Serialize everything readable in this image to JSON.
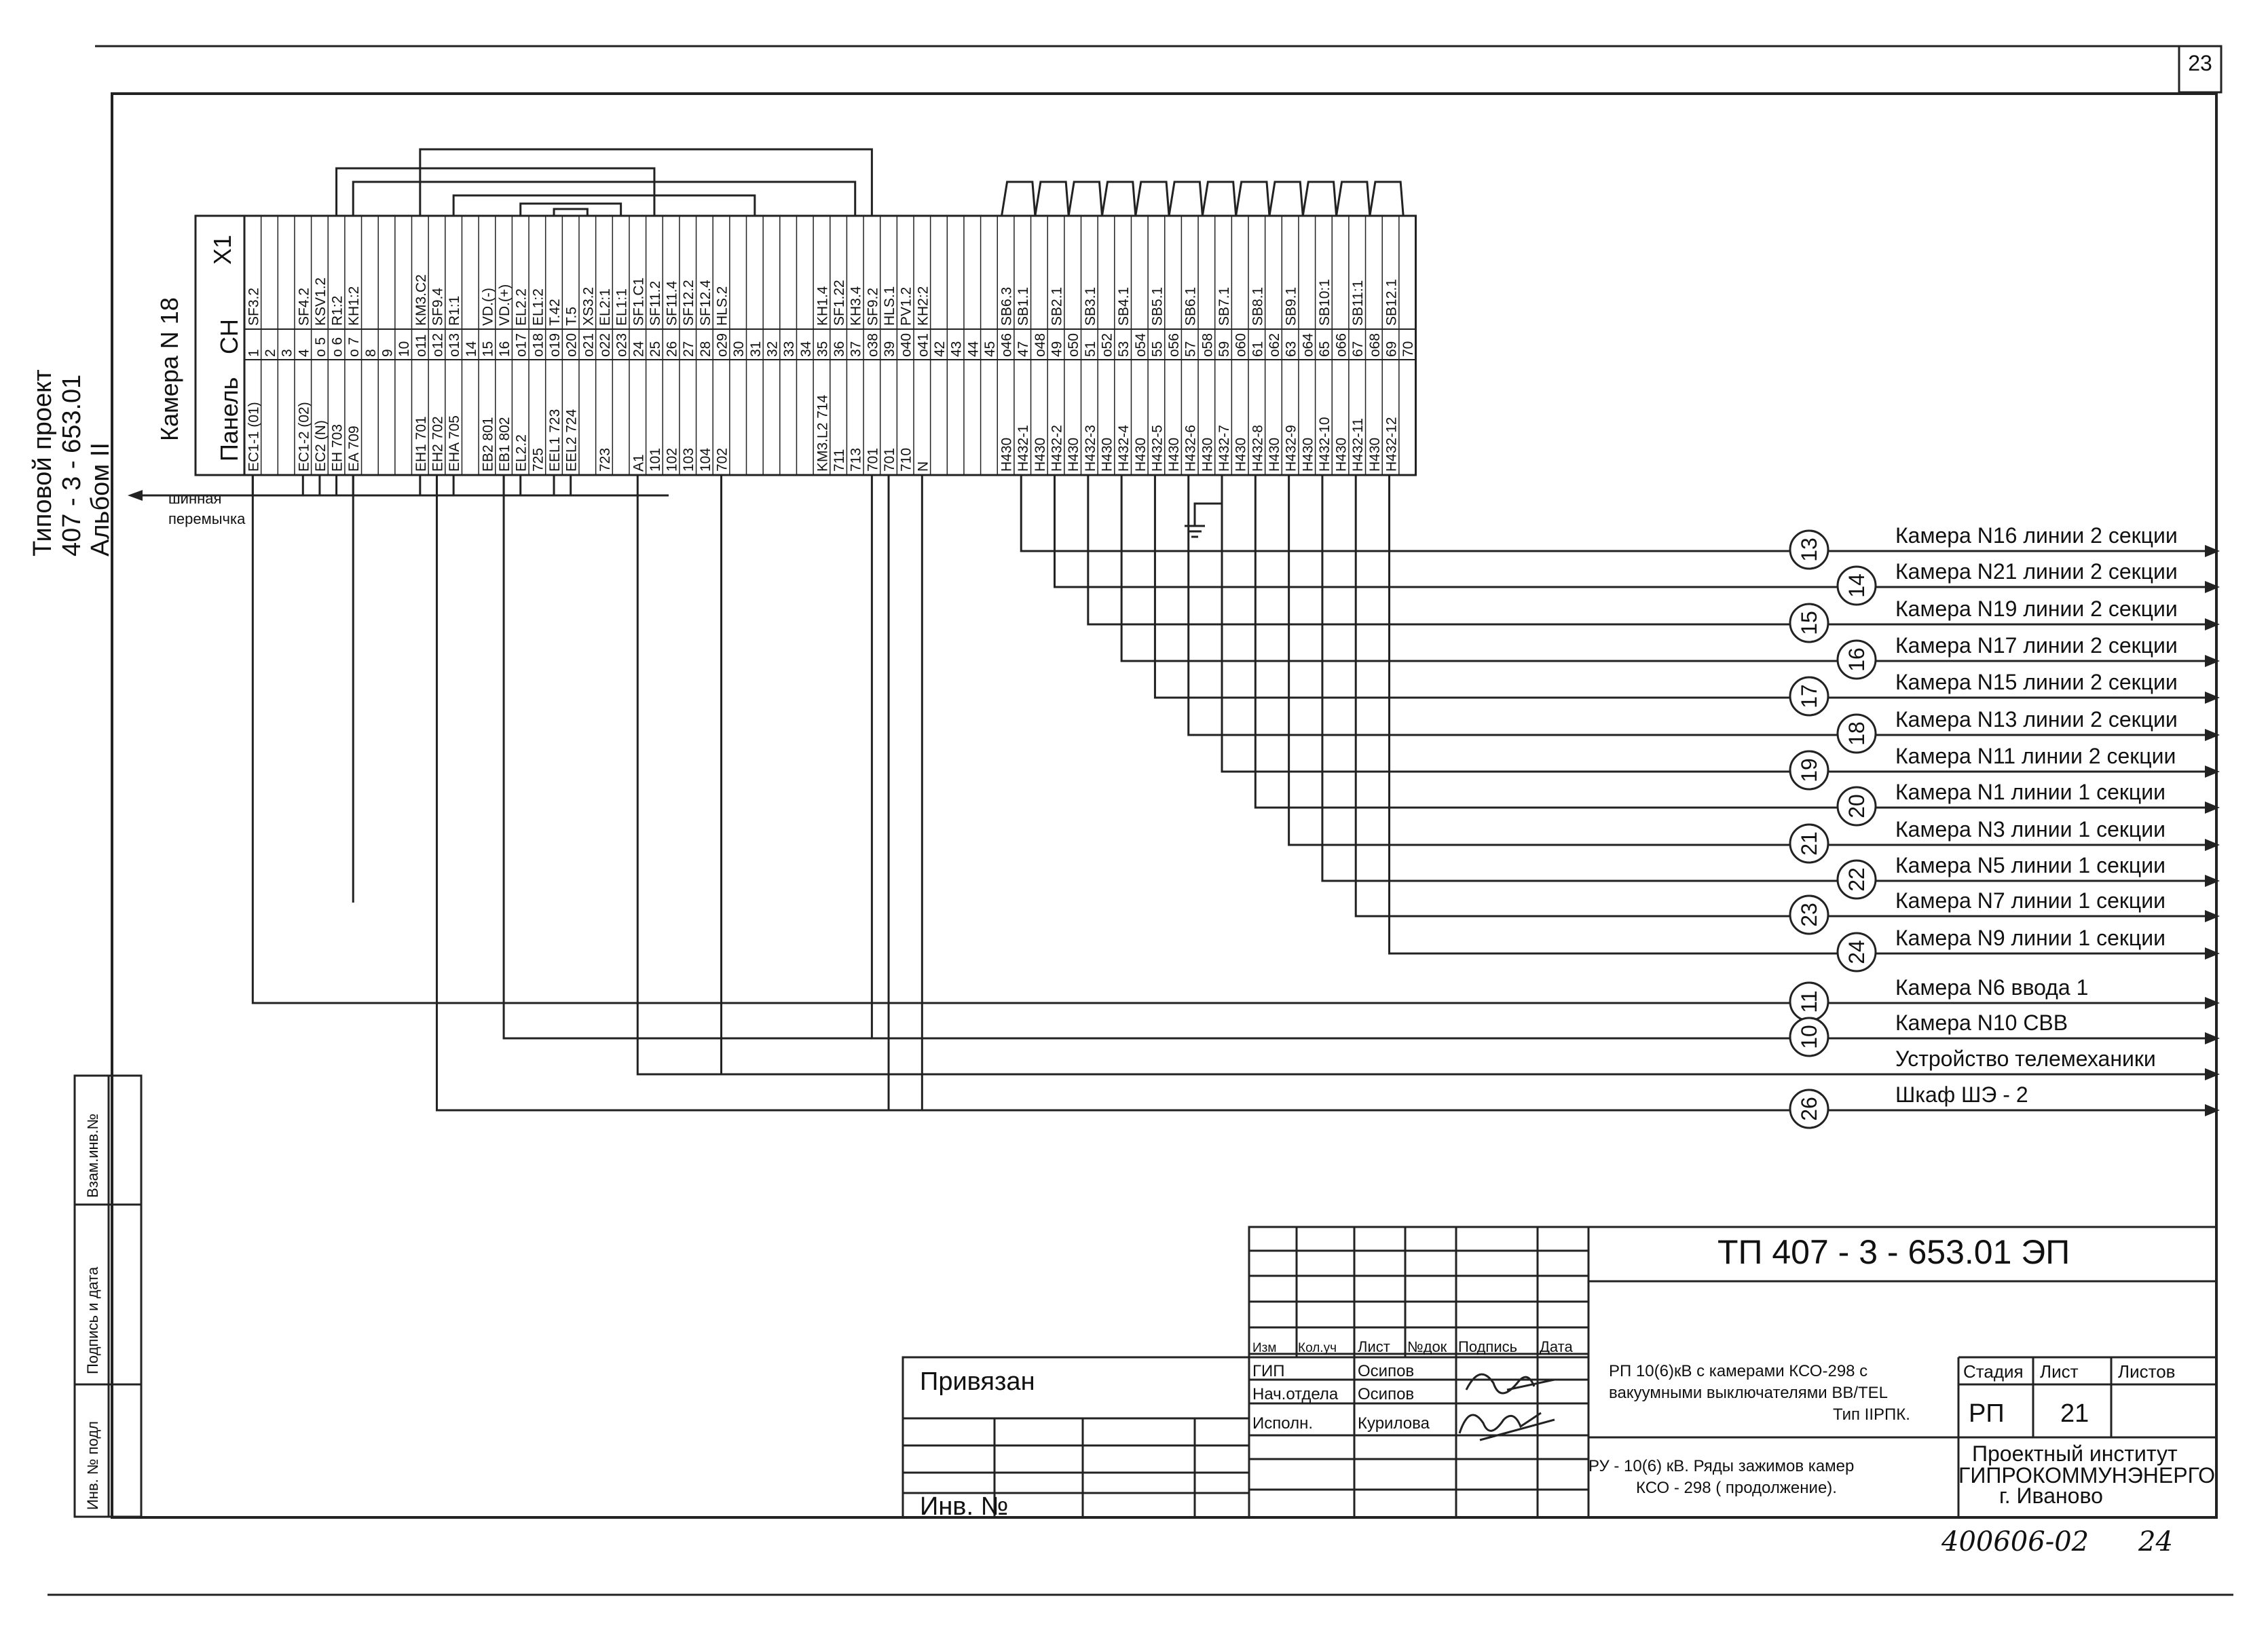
{
  "page": {
    "sheet_number": "23",
    "side_title_1": "Типовой проект",
    "side_title_2": "407 - 3 - 653.01",
    "side_title_3": "Альбом II",
    "bottom_code": "400606-02",
    "bottom_page": "24"
  },
  "block": {
    "camera": "Камера N 18",
    "panel": "Панель",
    "sn": "СН",
    "x1": "Х1",
    "shinnaya_1": "шинная",
    "shinnaya_2": "перемычка"
  },
  "terminals": [
    {
      "num": "1",
      "top": "SF3.2",
      "bottom": "EC1-1 (01)"
    },
    {
      "num": "2",
      "top": "",
      "bottom": ""
    },
    {
      "num": "3",
      "top": "",
      "bottom": ""
    },
    {
      "num": "4",
      "top": "SF4.2",
      "bottom": "EC1-2 (02)"
    },
    {
      "num": "o 5",
      "top": "KSV1.2",
      "bottom": "EC2   (N)"
    },
    {
      "num": "o 6",
      "top": "R1:2",
      "bottom": "EH    703"
    },
    {
      "num": "o 7",
      "top": "KH1:2",
      "bottom": "EA    709"
    },
    {
      "num": "8",
      "top": "",
      "bottom": ""
    },
    {
      "num": "9",
      "top": "",
      "bottom": ""
    },
    {
      "num": "10",
      "top": "",
      "bottom": ""
    },
    {
      "num": "o11",
      "top": "KM3.C2",
      "bottom": "EH1   701"
    },
    {
      "num": "o12",
      "top": "SF9.4",
      "bottom": "EH2   702"
    },
    {
      "num": "o13",
      "top": "R1:1",
      "bottom": "EHA   705"
    },
    {
      "num": "14",
      "top": "",
      "bottom": ""
    },
    {
      "num": "15",
      "top": "VD.(-)",
      "bottom": "EB2   801"
    },
    {
      "num": "16",
      "top": "VD.(+)",
      "bottom": "EB1   802"
    },
    {
      "num": "o17",
      "top": "EL2.2",
      "bottom": "EL2.2"
    },
    {
      "num": "o18",
      "top": "EL1:2",
      "bottom": "      725"
    },
    {
      "num": "o19",
      "top": "T.42",
      "bottom": "EEL1  723"
    },
    {
      "num": "o20",
      "top": "T.5",
      "bottom": "EEL2  724"
    },
    {
      "num": "o21",
      "top": "XS3.2",
      "bottom": ""
    },
    {
      "num": "o22",
      "top": "EL2:1",
      "bottom": "723"
    },
    {
      "num": "o23",
      "top": "EL1:1",
      "bottom": ""
    },
    {
      "num": "24",
      "top": "SF1.C1",
      "bottom": "A1"
    },
    {
      "num": "25",
      "top": "SF11.2",
      "bottom": "101"
    },
    {
      "num": "26",
      "top": "SF11.4",
      "bottom": "102"
    },
    {
      "num": "27",
      "top": "SF12.2",
      "bottom": "103"
    },
    {
      "num": "28",
      "top": "SF12.4",
      "bottom": "104"
    },
    {
      "num": "o29",
      "top": "HLS.2",
      "bottom": "702"
    },
    {
      "num": "30",
      "top": "",
      "bottom": ""
    },
    {
      "num": "31",
      "top": "",
      "bottom": ""
    },
    {
      "num": "32",
      "top": "",
      "bottom": ""
    },
    {
      "num": "33",
      "top": "",
      "bottom": ""
    },
    {
      "num": "34",
      "top": "",
      "bottom": ""
    },
    {
      "num": "35",
      "top": "KH1.4",
      "bottom": "KM3.L2  714"
    },
    {
      "num": "36",
      "top": "SF1.22",
      "bottom": "711"
    },
    {
      "num": "37",
      "top": "KH3.4",
      "bottom": "713"
    },
    {
      "num": "o38",
      "top": "SF9.2",
      "bottom": "701"
    },
    {
      "num": "39",
      "top": "HLS.1",
      "bottom": "701"
    },
    {
      "num": "o40",
      "top": "PV1.2",
      "bottom": "710"
    },
    {
      "num": "o41",
      "top": "KH2:2",
      "bottom": "N"
    },
    {
      "num": "42",
      "top": "",
      "bottom": ""
    },
    {
      "num": "43",
      "top": "",
      "bottom": ""
    },
    {
      "num": "44",
      "top": "",
      "bottom": ""
    },
    {
      "num": "45",
      "top": "",
      "bottom": ""
    },
    {
      "num": "o46",
      "top": "SB6.3",
      "bottom": "H430"
    },
    {
      "num": "47",
      "top": "SB1.1",
      "bottom": "H432-1"
    },
    {
      "num": "o48",
      "top": "",
      "bottom": "H430"
    },
    {
      "num": "49",
      "top": "SB2.1",
      "bottom": "H432-2"
    },
    {
      "num": "o50",
      "top": "",
      "bottom": "H430"
    },
    {
      "num": "51",
      "top": "SB3.1",
      "bottom": "H432-3"
    },
    {
      "num": "o52",
      "top": "",
      "bottom": "H430"
    },
    {
      "num": "53",
      "top": "SB4.1",
      "bottom": "H432-4"
    },
    {
      "num": "o54",
      "top": "",
      "bottom": "H430"
    },
    {
      "num": "55",
      "top": "SB5.1",
      "bottom": "H432-5"
    },
    {
      "num": "o56",
      "top": "",
      "bottom": "H430"
    },
    {
      "num": "57",
      "top": "SB6.1",
      "bottom": "H432-6"
    },
    {
      "num": "o58",
      "top": "",
      "bottom": "H430"
    },
    {
      "num": "59",
      "top": "SB7.1",
      "bottom": "H432-7"
    },
    {
      "num": "o60",
      "top": "",
      "bottom": "H430"
    },
    {
      "num": "61",
      "top": "SB8.1",
      "bottom": "H432-8"
    },
    {
      "num": "o62",
      "top": "",
      "bottom": "H430"
    },
    {
      "num": "63",
      "top": "SB9.1",
      "bottom": "H432-9"
    },
    {
      "num": "o64",
      "top": "",
      "bottom": "H430"
    },
    {
      "num": "65",
      "top": "SB10:1",
      "bottom": "H432-10"
    },
    {
      "num": "o66",
      "top": "",
      "bottom": "H430"
    },
    {
      "num": "67",
      "top": "SB11:1",
      "bottom": "H432-11"
    },
    {
      "num": "o68",
      "top": "",
      "bottom": "H430"
    },
    {
      "num": "69",
      "top": "SB12.1",
      "bottom": "H432-12"
    },
    {
      "num": "70",
      "top": "",
      "bottom": ""
    }
  ],
  "connections": [
    {
      "circle": "13",
      "label": "Камера N16  линии  2 секции"
    },
    {
      "circle": "14",
      "label": "Камера N21  линии  2 секции"
    },
    {
      "circle": "15",
      "label": "Камера N19  линии  2 секции"
    },
    {
      "circle": "16",
      "label": "Камера N17  линии  2 секции"
    },
    {
      "circle": "17",
      "label": "Камера N15  линии  2 секции"
    },
    {
      "circle": "18",
      "label": "Камера N13  линии  2 секции"
    },
    {
      "circle": "19",
      "label": "Камера N11  линии  2 секции"
    },
    {
      "circle": "20",
      "label": "Камера N1  линии  1 секции"
    },
    {
      "circle": "21",
      "label": "Камера N3  линии  1 секции"
    },
    {
      "circle": "22",
      "label": "Камера N5  линии  1 секции"
    },
    {
      "circle": "23",
      "label": "Камера N7  линии  1 секции"
    },
    {
      "circle": "24",
      "label": "Камера N9  линии  1 секции"
    },
    {
      "circle": "11",
      "label": "Камера N6  ввода 1"
    },
    {
      "circle": "10",
      "label": "Камера N10  СВВ"
    },
    {
      "circle": "",
      "label": "Устройство  телемеханики"
    },
    {
      "circle": "26",
      "label": "Шкаф  ШЭ - 2"
    }
  ],
  "stamp": {
    "code": "ТП   407 - 3 - 653.01   ЭП",
    "privyazan": "Привязан",
    "inv_no": "Инв. №",
    "head_izm": "Изм",
    "head_kol": "Кол.уч",
    "head_list": "Лист",
    "head_doc": "№док",
    "head_sign": "Подпись",
    "head_date": "Дата",
    "role_gip": "ГИП",
    "role_nach": "Нач.отдела",
    "role_isp": "Исполн.",
    "name_gip": "Осипов",
    "name_nach": "Осипов",
    "name_isp": "Курилова",
    "desc1_l1": "РП 10(6)кВ с камерами КСО-298 с",
    "desc1_l2": "вакуумными выключателями ВВ/TEL",
    "desc1_l3": "Тип IIРПК.",
    "desc2_l1": "РУ - 10(6) кВ.  Ряды зажимов камер",
    "desc2_l2": "КСО - 298 ( продолжение).",
    "stadiya": "Стадия",
    "list": "Лист",
    "listov": "Листов",
    "stadiya_val": "РП",
    "list_val": "21",
    "org1": "Проектный институт",
    "org2": "ГИПРОКОММУНЭНЕРГО",
    "org3": "г. Иваново"
  },
  "left_stamp": {
    "vzam": "Взам.инв.№",
    "podpis": "Подпись и дата",
    "inv_podl": "Инв. № подл"
  }
}
